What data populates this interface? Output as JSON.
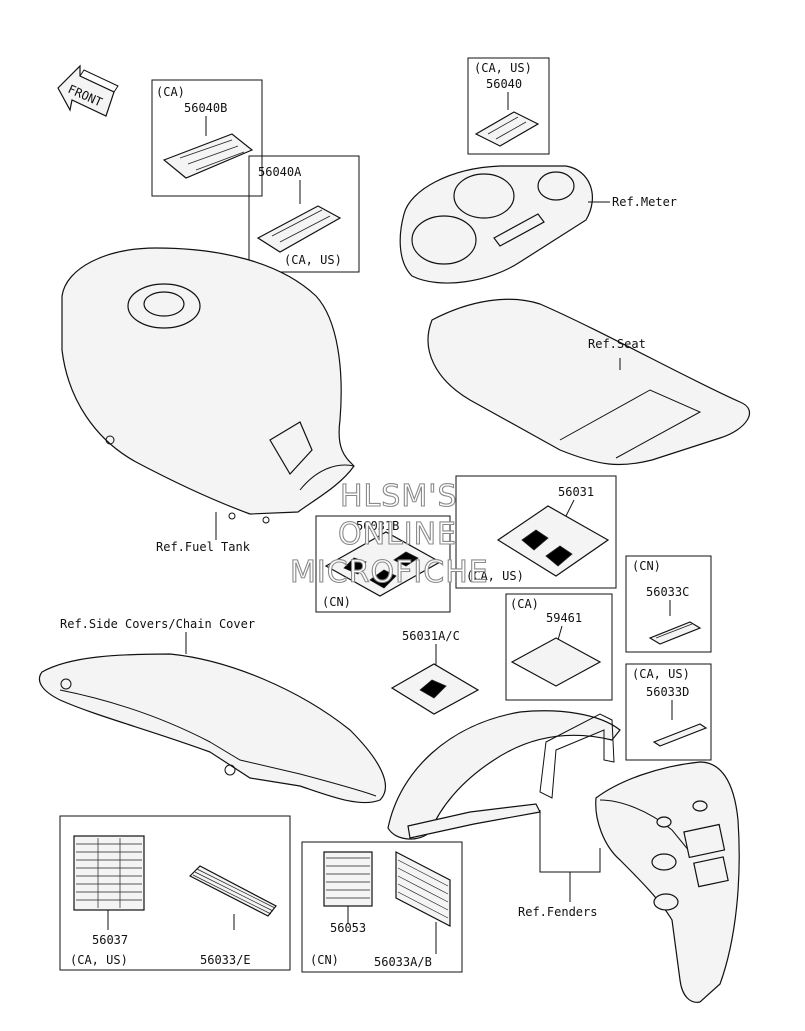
{
  "front_arrow": {
    "label": "FRONT"
  },
  "boxes": {
    "b56040b": {
      "region": "(CA)",
      "part": "56040B"
    },
    "b56040a": {
      "region": "(CA, US)",
      "part": "56040A"
    },
    "b56040": {
      "region": "(CA, US)",
      "part": "56040"
    },
    "b56031b": {
      "region": "(CN)",
      "part": "56031B"
    },
    "b56031": {
      "region": "(CA, US)",
      "part": "56031"
    },
    "b59461": {
      "region": "(CA)",
      "part": "59461"
    },
    "b56033c": {
      "region": "(CN)",
      "part": "56033C"
    },
    "b56033d": {
      "region": "(CA, US)",
      "part": "56033D"
    },
    "b56037": {
      "region": "(CA, US)",
      "part1": "56037",
      "part2": "56033/E"
    },
    "b56053": {
      "region": "(CN)",
      "part1": "56053",
      "part2": "56033A/B"
    }
  },
  "loose_parts": {
    "p56031ac": "56031A/C"
  },
  "refs": {
    "meter": "Ref.Meter",
    "seat": "Ref.Seat",
    "fuel_tank": "Ref.Fuel Tank",
    "side_covers": "Ref.Side Covers/Chain Cover",
    "fenders": "Ref.Fenders"
  },
  "watermark": {
    "line1": "HLSM'S",
    "line2": "ONLINE",
    "line3": "MICROFICHE"
  }
}
